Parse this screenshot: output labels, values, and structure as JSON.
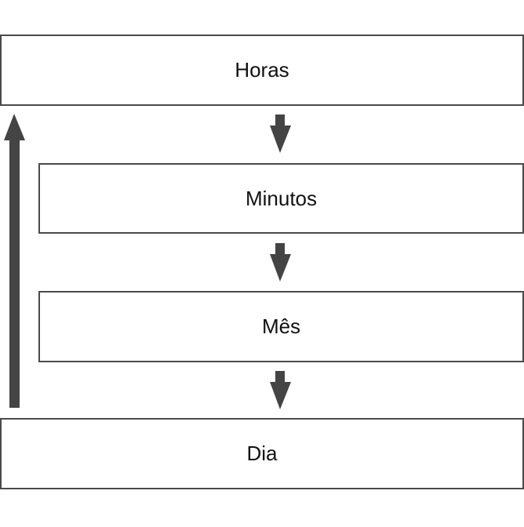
{
  "diagram": {
    "nodes": [
      {
        "id": "horas",
        "label": "Horas"
      },
      {
        "id": "minutos",
        "label": "Minutos"
      },
      {
        "id": "mes",
        "label": "Mês"
      },
      {
        "id": "dia",
        "label": "Dia"
      }
    ],
    "edges": [
      {
        "from": "horas",
        "to": "minutos"
      },
      {
        "from": "minutos",
        "to": "mes"
      },
      {
        "from": "mes",
        "to": "dia"
      },
      {
        "from": "dia",
        "to": "horas"
      }
    ],
    "colors": {
      "arrow": "#444444",
      "border": "#4a4a4a",
      "text": "#111111"
    }
  }
}
